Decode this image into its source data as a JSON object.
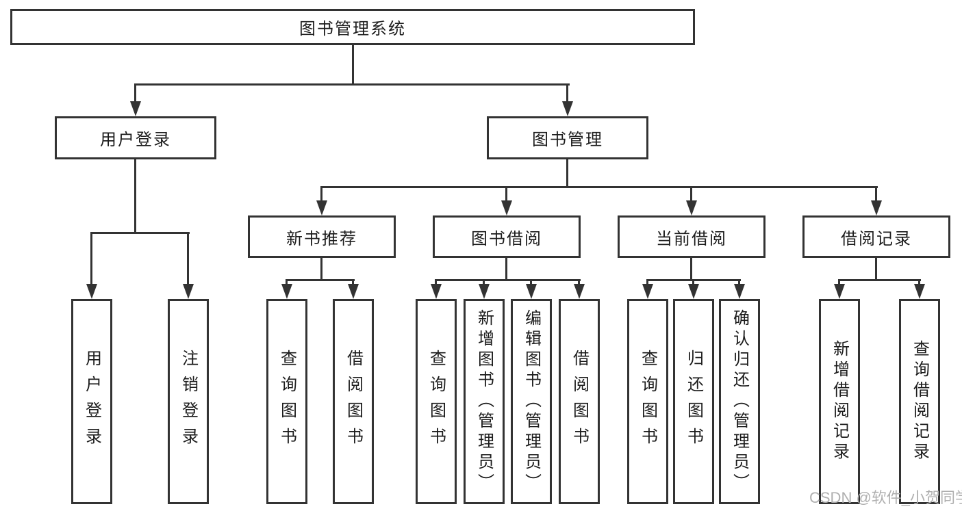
{
  "diagram_type": "hierarchy-tree",
  "tree": {
    "root": {
      "label": "图书管理系统"
    },
    "branches": [
      {
        "label": "用户登录",
        "children": [
          "用户登录",
          "注销登录"
        ]
      },
      {
        "label": "图书管理",
        "sections": [
          {
            "label": "新书推荐",
            "children": [
              "查询图书",
              "借阅图书"
            ]
          },
          {
            "label": "图书借阅",
            "children": [
              "查询图书",
              "新增图书（管理员）",
              "编辑图书（管理员）",
              "借阅图书"
            ]
          },
          {
            "label": "当前借阅",
            "children": [
              "查询图书",
              "归还图书",
              "确认归还（管理员）"
            ]
          },
          {
            "label": "借阅记录",
            "children": [
              "新增借阅记录",
              "查询借阅记录"
            ]
          }
        ]
      }
    ]
  },
  "watermark": "CSDN @软件_小贺同学",
  "colors": {
    "line": "#333333",
    "box_border": "#333333",
    "text": "#1c1c1c",
    "watermark": "#b0b0b0",
    "background": "#ffffff"
  }
}
